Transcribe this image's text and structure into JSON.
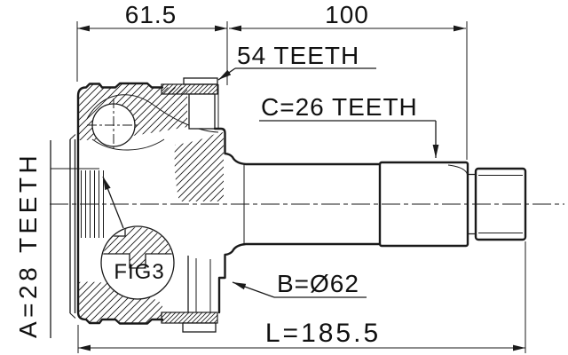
{
  "drawing": {
    "subject": "CV joint drive shaft cross-section technical drawing",
    "background": "#ffffff",
    "line_color": "#1a1a1a"
  },
  "dimensions": {
    "joint_width": "61.5",
    "shaft_section": "100",
    "overall_length": "L=185.5"
  },
  "labels": {
    "abs_ring_teeth": "54 TEETH",
    "outer_spline_teeth": "C=26 TEETH",
    "inner_spline_teeth": "A=28 TEETH",
    "body_diameter": "B=Ø62",
    "figure_reference": "FIG3"
  }
}
